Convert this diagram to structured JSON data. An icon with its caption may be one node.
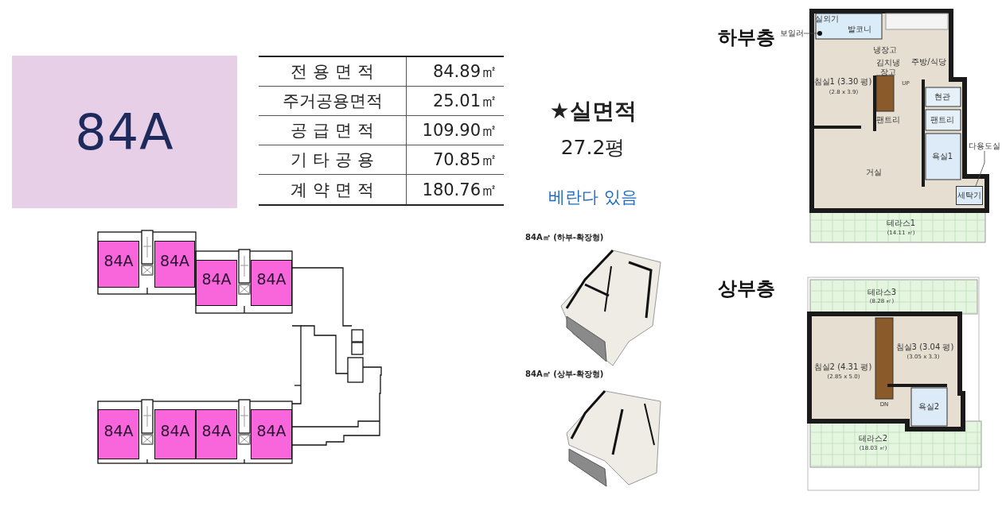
{
  "diagram": {
    "nodes": [
      {
        "text": [
          "84A"
        ]
      },
      {
        "text": [
          "84A"
        ]
      },
      {
        "text": [
          "84A"
        ]
      },
      {
        "text": [
          "84A"
        ]
      },
      {
        "text": [
          "84A"
        ]
      },
      {
        "text": [
          "84A"
        ]
      },
      {
        "text": [
          "84A"
        ]
      },
      {
        "text": [
          "84A"
        ]
      },
      {
        "text": [
          "84A"
        ]
      },
      {
        "text": [
          "보일러"
        ]
      },
      {
        "text": [
          "다용도실"
        ]
      },
      {
        "text": [],
        "shape": "circle"
      },
      {
        "text": [
          "세탁기"
        ]
      }
    ],
    "edges": [
      {
        "from": 9,
        "to": 11,
        "arrow": "none"
      },
      {
        "from": 10,
        "to": 12,
        "arrow": "none"
      }
    ],
    "labels": [
      "전 용 면 적",
      "84.89㎡",
      "주거공용면적",
      "25.01㎡",
      "공 급 면 적",
      "109.90㎡",
      "기 타 공 용",
      "70.85㎡",
      "계 약 면 적",
      "180.76㎡",
      "★실면적",
      "27.2평",
      "베란다 있음",
      "84A㎡ (하부-확장형)",
      "84A㎡ (상부-확장형)",
      "하부층",
      "상부층",
      "실외기",
      "발코니",
      "냉장고",
      "김치냉장고",
      "주방/식당",
      "침실1 (3.30 평)",
      "(2.8 x 3.9)",
      "UP",
      "현관",
      "팬트리",
      "팬트리",
      "욕실1",
      "거실",
      "테라스1",
      "(14.11 ㎡)",
      "테라스3",
      "(8.28 ㎡)",
      "침실3 (3.04 평)",
      "(3.05 x 3.3)",
      "침실2 (4.31 평)",
      "(2.85 x 5.0)",
      "DN",
      "욕실2",
      "테라스2",
      "(18.03 ㎡)"
    ]
  }
}
